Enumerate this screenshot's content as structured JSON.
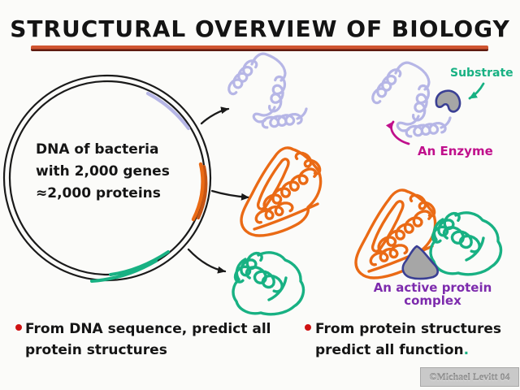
{
  "slide": {
    "title": "STRUCTURAL OVERVIEW OF BIOLOGY",
    "plasmid": {
      "line1": "DNA of bacteria",
      "line2": "with 2,000 genes",
      "line3": "≈2,000 proteins"
    },
    "labels": {
      "substrate": "Substrate",
      "enzyme": "An Enzyme",
      "complex_line1": "An active protein",
      "complex_line2": "complex"
    },
    "bullets": [
      {
        "line1": "From DNA sequence, predict all",
        "line2": "protein structures",
        "line2_suffix": ""
      },
      {
        "line1": "From protein structures",
        "line2": "predict all function",
        "line2_suffix": "."
      }
    ],
    "watermark": "©Michael Levitt 04",
    "palette": {
      "background": "#fbfbf9",
      "ink": "#151515",
      "underline_top": "#cf5430",
      "underline_bottom": "#5e1a10",
      "helix_protein": "#b6b6e6",
      "sheet_protein": "#ea6a15",
      "sheet_protein_dark": "#c65515",
      "barrel_protein": "#18b183",
      "substrate_fill": "#a6a6a6",
      "substrate_outline": "#3a3f94",
      "enzyme_label": "#c0108c",
      "complex_label": "#7d2bad",
      "bullet_dot": "#cf1212",
      "watermark_bg": "#c9c9c9"
    }
  }
}
